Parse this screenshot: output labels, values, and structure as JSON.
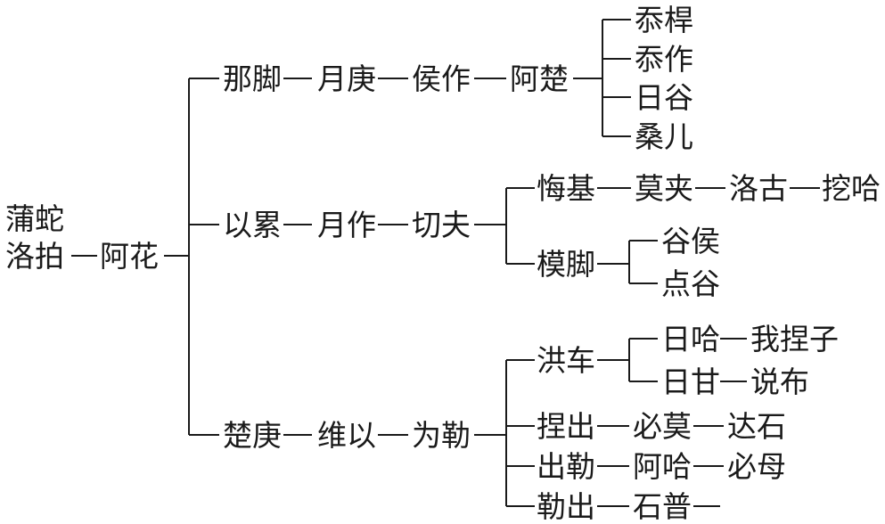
{
  "diagram": {
    "type": "genealogy-tree",
    "root": {
      "line1": "蒲蛇",
      "line2": "洛拍",
      "child": "阿花"
    },
    "branches": [
      {
        "chain": [
          "那脚",
          "月庚",
          "侯作",
          "阿楚"
        ],
        "leaves": [
          "忝桿",
          "忝作",
          "日谷",
          "桑儿"
        ]
      },
      {
        "chain": [
          "以累",
          "月作",
          "切夫"
        ],
        "sub": [
          {
            "chain": [
              "悔基",
              "莫夹",
              "洛古",
              "挖哈"
            ]
          },
          {
            "chain": [
              "模脚"
            ],
            "leaves": [
              "谷侯",
              "点谷"
            ]
          }
        ]
      },
      {
        "chain": [
          "楚庚",
          "维以",
          "为勒"
        ],
        "sub": [
          {
            "chain": [
              "洪车"
            ],
            "leaves": [
              {
                "chain": [
                  "日哈",
                  "我捏子"
                ]
              },
              {
                "chain": [
                  "日甘",
                  "说布"
                ]
              }
            ]
          },
          {
            "chain": [
              "捏出",
              "必莫",
              "达石"
            ]
          },
          {
            "chain": [
              "出勒",
              "阿哈",
              "必母"
            ]
          },
          {
            "chain": [
              "勒出",
              "石普"
            ]
          }
        ]
      }
    ]
  }
}
